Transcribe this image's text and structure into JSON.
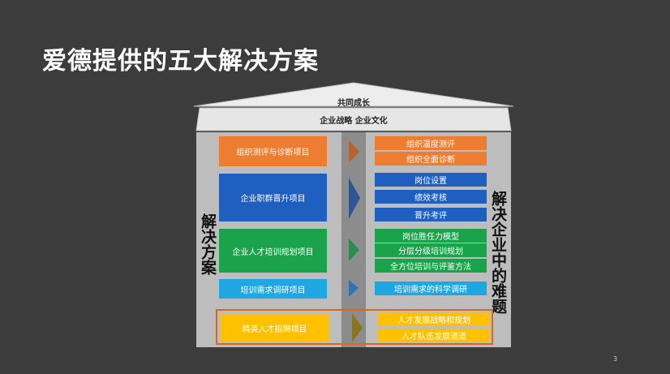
{
  "slide": {
    "title": "爱德提供的五大解决方案",
    "page_number": "3"
  },
  "house": {
    "roof_label": "共同成长",
    "band_label": "企业战略 企业文化",
    "left_vertical_label": "解决方案",
    "right_vertical_label": "解决企业中的难题"
  },
  "projects": [
    {
      "label": "组织测评与诊断项目",
      "color": "#ed7d31"
    },
    {
      "label": "企业职群晋升项目",
      "color": "#1f5fbf"
    },
    {
      "label": "企业人才培训规划项目",
      "color": "#1aa34a"
    },
    {
      "label": "培训需求调研项目",
      "color": "#1ea7e1"
    },
    {
      "label": "精英人才招聘项目",
      "color": "#ffc000"
    }
  ],
  "arrows": [
    {
      "color": "#b5652b"
    },
    {
      "color": "#2f5597"
    },
    {
      "color": "#2e8b4e"
    },
    {
      "color": "#2e75b6"
    },
    {
      "color": "#8c7322"
    }
  ],
  "solutions": [
    {
      "label": "组织温度测评",
      "color": "#ed7d31"
    },
    {
      "label": "组织全面诊断",
      "color": "#ed7d31"
    },
    {
      "label": "岗位设置",
      "color": "#1f5fbf"
    },
    {
      "label": "绩效考核",
      "color": "#1f5fbf"
    },
    {
      "label": "晋升考评",
      "color": "#1f5fbf"
    },
    {
      "label": "岗位胜任力模型",
      "color": "#1aa34a"
    },
    {
      "label": "分层分级培训规划",
      "color": "#1aa34a"
    },
    {
      "label": "全方位培训与评鉴方法",
      "color": "#1aa34a"
    },
    {
      "label": "培训需求的科学调研",
      "color": "#1ea7e1"
    },
    {
      "label": "人才发展战略和规划",
      "color": "#ffc000"
    },
    {
      "label": "人才队伍发展通道",
      "color": "#ffc000"
    }
  ],
  "colors": {
    "background": "#3c3c3c",
    "panel": "#bdbdbd",
    "highlight_border": "#d9681e"
  }
}
